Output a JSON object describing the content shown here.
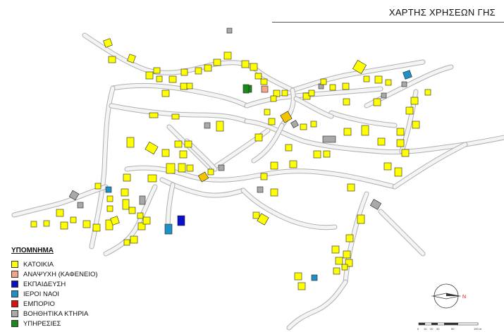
{
  "title": "ΧΑΡΤΗΣ ΧΡΗΣΕΩΝ ΓΗΣ",
  "legend": {
    "heading": "ΥΠΟΜΝΗΜΑ",
    "items": [
      {
        "label": "ΚΑΤΟΙΚΙΑ",
        "color": "#ffff00"
      },
      {
        "label": "ΑΝΑΨΥΧΗ (ΚΑΦΕΝΕΙΟ)",
        "color": "#f4a58a"
      },
      {
        "label": "ΕΚΠΑΙΔΕΥΣΗ",
        "color": "#0a10c8"
      },
      {
        "label": "ΙΕΡΟΙ ΝΑΟΙ",
        "color": "#1e90c8"
      },
      {
        "label": "ΕΜΠΟΡΙΟ",
        "color": "#e01010"
      },
      {
        "label": "ΒΟΗΘΗΤΙΚΑ ΚΤΗΡΙΑ",
        "color": "#a9a9a9"
      },
      {
        "label": "ΥΠΗΡΕΣΙΕΣ",
        "color": "#1a8a1a"
      }
    ]
  },
  "compass": {
    "north_label": "N"
  },
  "scale_bar": {
    "ticks": [
      "0",
      "10",
      "20",
      "30",
      "50",
      "100 m"
    ]
  },
  "colors": {
    "road": "#d4d4d4",
    "road_edge": "#b0b0b0",
    "residence": "#ffff00",
    "residence_alt": "#f5c400",
    "outline": "#222222"
  }
}
